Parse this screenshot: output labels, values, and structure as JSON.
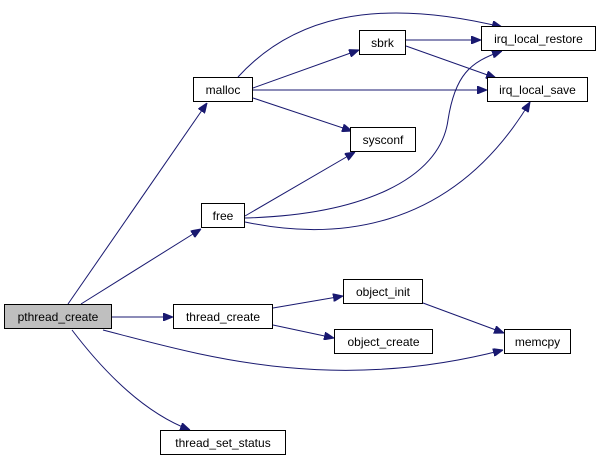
{
  "nodes": {
    "pthread_create": "pthread_create",
    "malloc": "malloc",
    "free": "free",
    "thread_create": "thread_create",
    "thread_set_status": "thread_set_status",
    "sbrk": "sbrk",
    "sysconf": "sysconf",
    "irq_local_restore": "irq_local_restore",
    "irq_local_save": "irq_local_save",
    "object_init": "object_init",
    "object_create": "object_create",
    "memcpy": "memcpy"
  },
  "root": "pthread_create",
  "edges": [
    [
      "pthread_create",
      "malloc"
    ],
    [
      "pthread_create",
      "free"
    ],
    [
      "pthread_create",
      "thread_create"
    ],
    [
      "pthread_create",
      "memcpy"
    ],
    [
      "pthread_create",
      "thread_set_status"
    ],
    [
      "malloc",
      "sbrk"
    ],
    [
      "malloc",
      "irq_local_restore"
    ],
    [
      "malloc",
      "irq_local_save"
    ],
    [
      "malloc",
      "sysconf"
    ],
    [
      "sbrk",
      "irq_local_restore"
    ],
    [
      "sbrk",
      "irq_local_save"
    ],
    [
      "free",
      "sysconf"
    ],
    [
      "free",
      "irq_local_restore"
    ],
    [
      "free",
      "irq_local_save"
    ],
    [
      "thread_create",
      "object_init"
    ],
    [
      "thread_create",
      "object_create"
    ],
    [
      "object_init",
      "memcpy"
    ]
  ],
  "colors": {
    "edge": "#191970",
    "root_fill": "#bfbfbf",
    "node_fill": "#ffffff"
  }
}
